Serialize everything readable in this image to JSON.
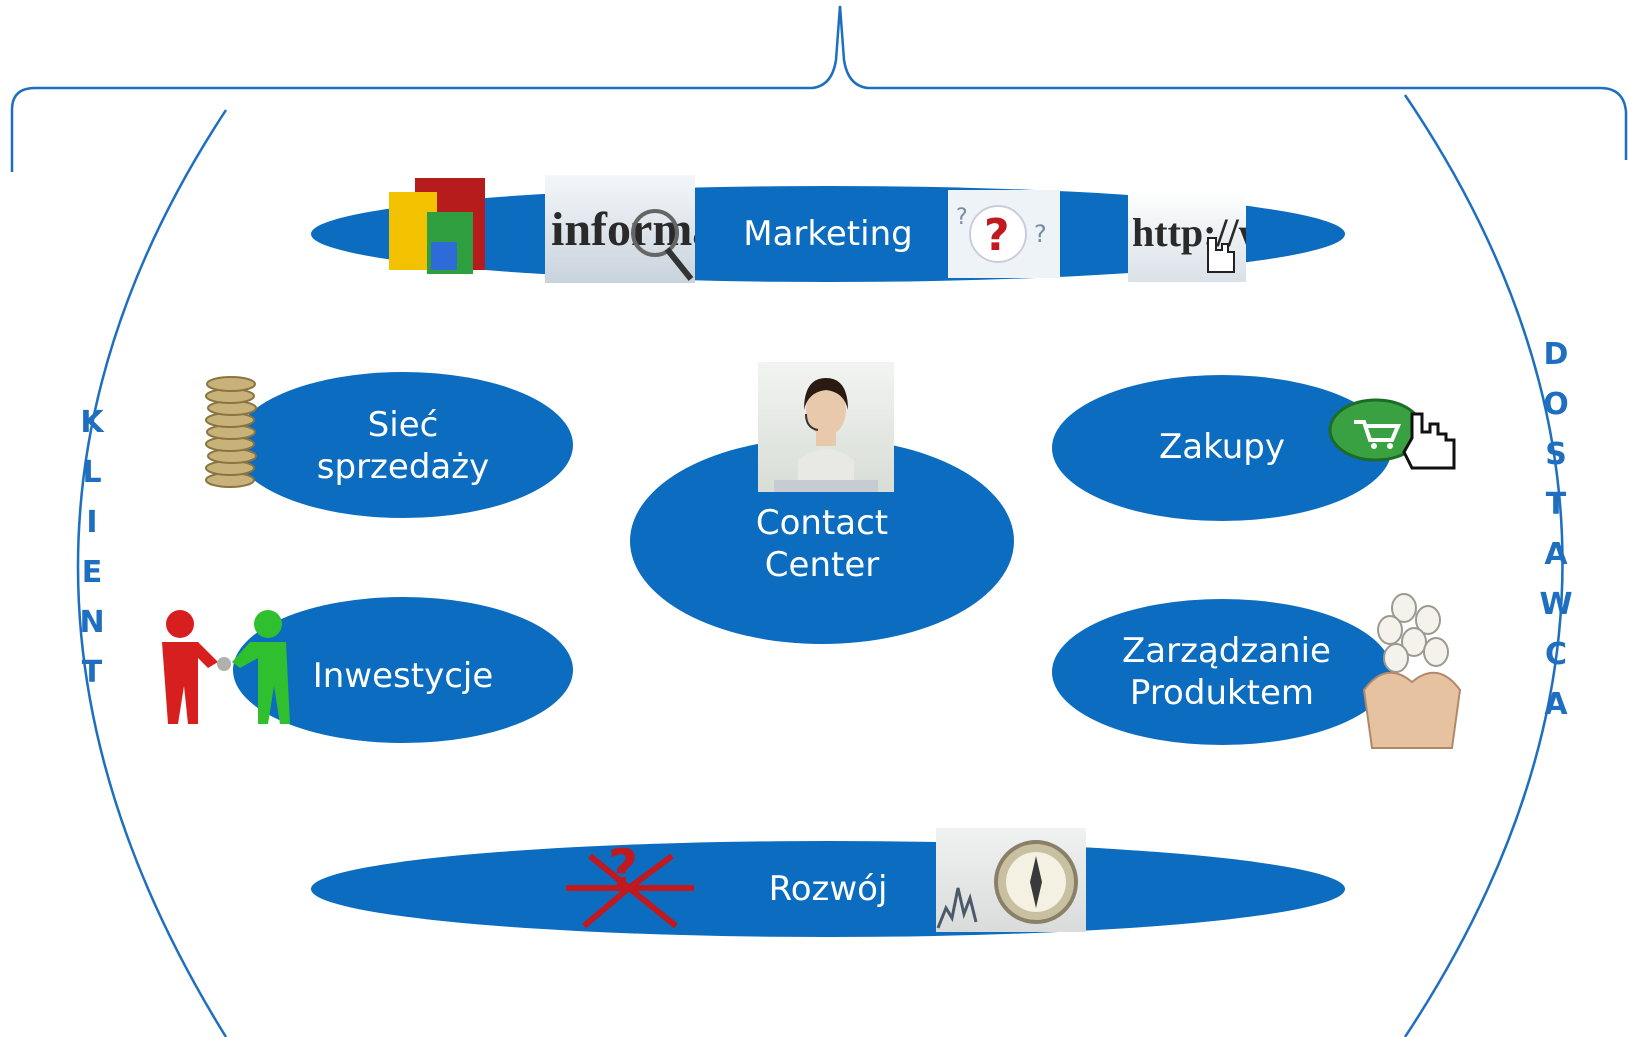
{
  "diagram": {
    "left_label": [
      "K",
      "L",
      "I",
      "E",
      "N",
      "T"
    ],
    "right_label": [
      "D",
      "O",
      "S",
      "T",
      "A",
      "W",
      "C",
      "A"
    ],
    "nodes": {
      "marketing": "Marketing",
      "siec_line1": "Sieć",
      "siec_line2": "sprzedaży",
      "contact_line1": "Contact",
      "contact_line2": "Center",
      "zakupy": "Zakupy",
      "inwestycje": "Inwestycje",
      "zarzadzanie_line1": "Zarządzanie",
      "zarzadzanie_line2": "Produktem",
      "rozwoj": "Rozwój"
    },
    "image_texts": {
      "information": "informatio",
      "http": "http://ww"
    },
    "colors": {
      "ellipse": "#0b6cc0",
      "line": "#1f6fc0",
      "text": "#ffffff"
    }
  }
}
